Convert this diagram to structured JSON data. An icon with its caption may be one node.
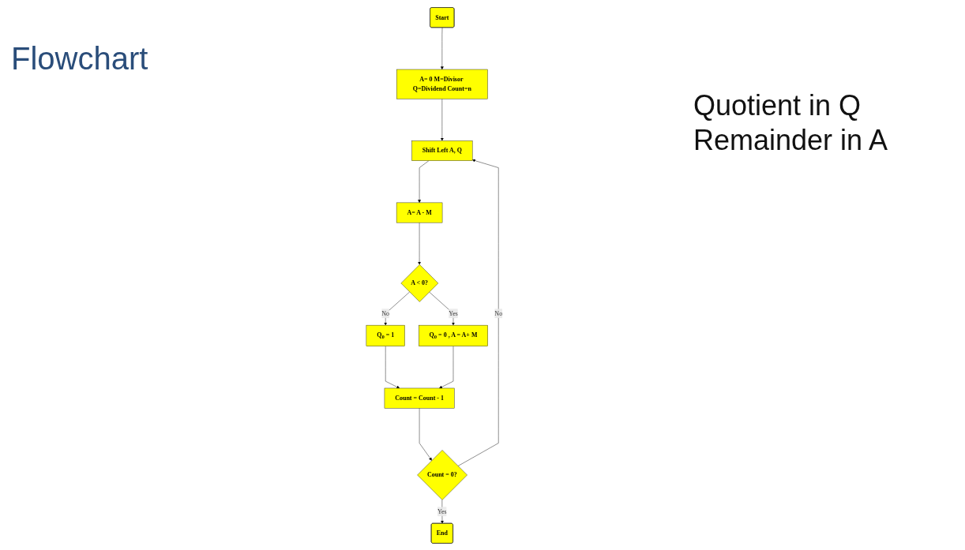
{
  "diagram": {
    "title": "Flowchart",
    "nodes": [
      {
        "text": [
          "Start"
        ]
      },
      {
        "text": [
          "A= 0 M=Divisor Q=Dividend Count=n"
        ]
      },
      {
        "text": [
          "Shift Left A, Q"
        ]
      },
      {
        "text": [
          "A= A - M"
        ]
      },
      {
        "text": [
          "A < 0?"
        ]
      },
      {
        "text": [
          "Q$_{0}$ = 1"
        ]
      },
      {
        "text": [
          "Q$_{0}$ = 0 , A = A+ M"
        ]
      },
      {
        "text": [
          "Count = Count - 1"
        ]
      },
      {
        "text": [
          "Count = 0?"
        ]
      },
      {
        "text": [
          "End"
        ]
      }
    ],
    "edges": [
      {
        "from": 0,
        "to": 1,
        "arrow": "to"
      },
      {
        "from": 1,
        "to": 2,
        "arrow": "to"
      },
      {
        "from": 2,
        "to": 3,
        "arrow": "to"
      },
      {
        "from": 3,
        "to": 4,
        "arrow": "to"
      },
      {
        "from": 4,
        "to": 5,
        "label": "No",
        "arrow": "to"
      },
      {
        "from": 4,
        "to": 6,
        "label": "Yes",
        "arrow": "to"
      },
      {
        "from": 5,
        "to": 7,
        "arrow": "to"
      },
      {
        "from": 6,
        "to": 7,
        "arrow": "to"
      },
      {
        "from": 7,
        "to": 8,
        "arrow": "to"
      },
      {
        "from": 8,
        "to": 2,
        "label": "No",
        "arrow": "to"
      },
      {
        "from": 8,
        "to": 9,
        "label": "Yes",
        "arrow": "to"
      }
    ],
    "labels": [
      "Quotient in Q",
      "Remainder in A"
    ]
  }
}
